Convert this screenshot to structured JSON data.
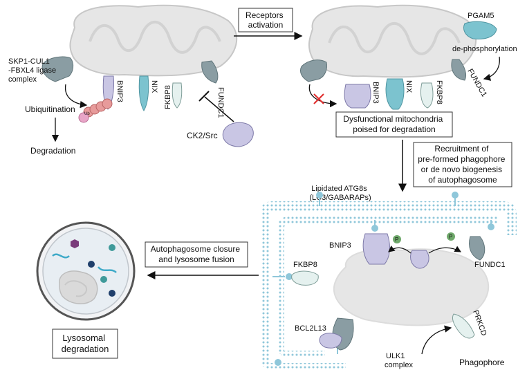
{
  "colors": {
    "mito_fill": "#e6e6e6",
    "mito_stroke": "#c7c7c7",
    "receptor_lavender": "#c9c6e4",
    "receptor_teal": "#7cc3cf",
    "receptor_gray": "#8a9da3",
    "receptor_mint": "#e5f1ef",
    "membrane": "#8fc7da",
    "ubiquitin": "#e79b9b",
    "inhibition_x": "#e03030",
    "phospho": "#6fa96b"
  },
  "panel1": {
    "ligase": "SKP1-CUL1\n-FBXL4 ligase\ncomplex",
    "ubiquitination": "Ubiquitination",
    "degradation": "Degradation",
    "bnip3": "BNIP3",
    "nix": "NIX",
    "fkbp8": "FKBP8",
    "fundc1": "FUNDC1",
    "ck2": "CK2/Src",
    "ub_symbol": "Ub"
  },
  "step1": {
    "label": "Receptors\nactivation"
  },
  "panel2": {
    "pgam5": "PGAM5",
    "dephos": "de-phosphorylation",
    "bnip3": "BNIP3",
    "nix": "NIX",
    "fkbp8": "FKBP8",
    "fundc1": "FUNDC1"
  },
  "step2": {
    "label": "Dysfunctional mitochondria\npoised for degradation"
  },
  "step3": {
    "label": "Recruitment of\npre-formed phagophore\nor de novo biogenesis\nof autophagosome"
  },
  "panel3": {
    "atg8": "Lipidated ATG8s\n(LC3/GABARAPs)",
    "bnip3": "BNIP3",
    "fundc1": "FUNDC1",
    "fkbp8": "FKBP8",
    "bcl2l13": "BCL2L13",
    "prkcd": "PRKCD",
    "ulk1": "ULK1\ncomplex",
    "phagophore": "Phagophore",
    "p_symbol": "P"
  },
  "step4": {
    "label": "Autophagosome closure\nand lysosome fusion"
  },
  "lysosome": {
    "label": "Lysosomal\ndegradation"
  }
}
